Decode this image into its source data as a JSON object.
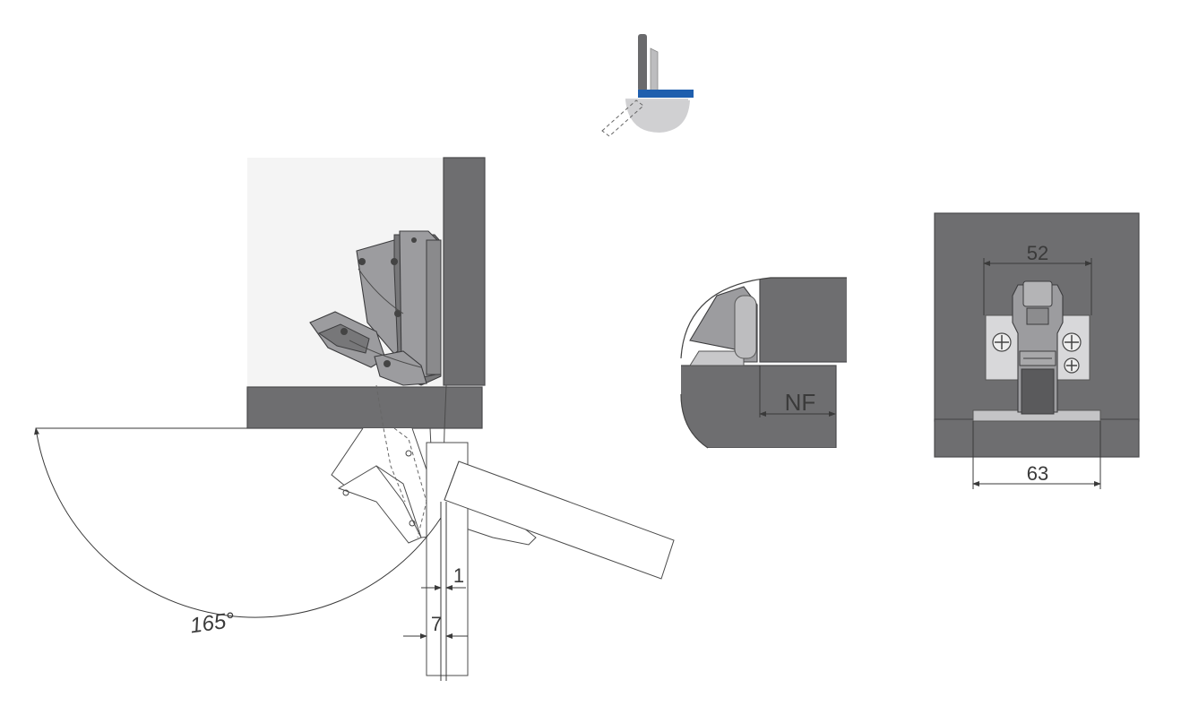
{
  "labels": {
    "angle": "165°",
    "gap_small": "1",
    "gap_large": "7",
    "nf": "NF",
    "width_top": "52",
    "width_bottom": "63"
  },
  "colors": {
    "panel": "#6e6e70",
    "accent": "#1f5fae"
  }
}
